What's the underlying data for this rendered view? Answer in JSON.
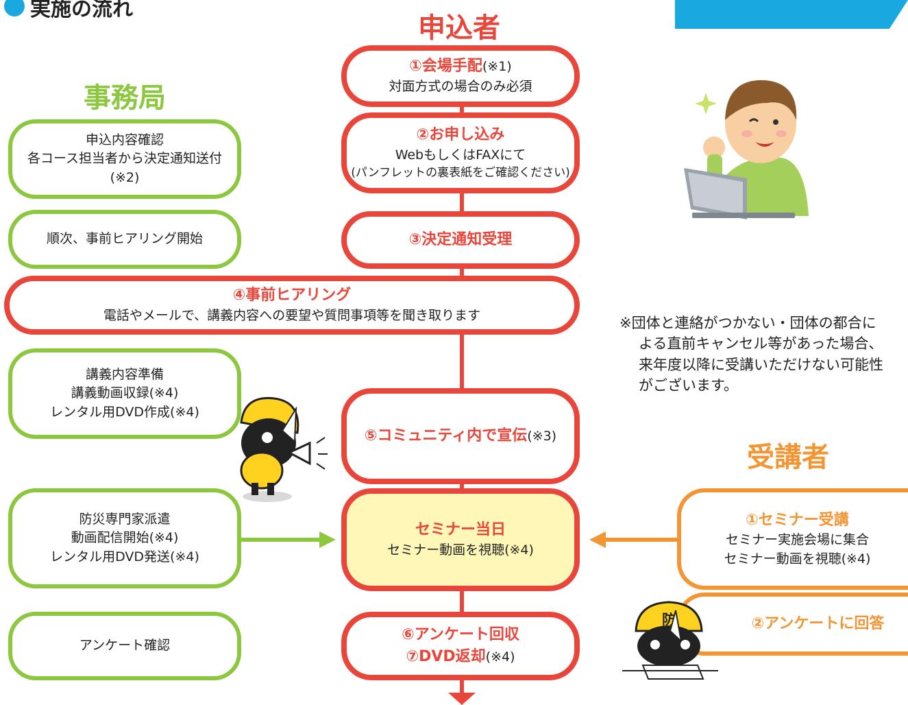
{
  "header": {
    "section_title": "実施の流れ"
  },
  "columns": {
    "applicant": "申込者",
    "secretariat": "事務局",
    "attendee": "受講者"
  },
  "applicant_steps": {
    "s1_title": "①会場手配",
    "s1_note": "(※1)",
    "s1_body": "対面方式の場合のみ必須",
    "s2_title": "②お申し込み",
    "s2_line1": "WebもしくはFAXにて",
    "s2_line2": "(パンフレットの裏表紙をご確認ください)",
    "s3_title": "③決定通知受理",
    "s4_title": "④事前ヒアリング",
    "s4_body": "電話やメールで、講義内容への要望や質問事項等を聞き取ります",
    "s5_title": "⑤コミュニティ内で宣伝",
    "s5_note": "(※3)",
    "day_title": "セミナー当日",
    "day_body": "セミナー動画を視聴(※4)",
    "s6_title": "⑥アンケート回収",
    "s7_title": "⑦DVD返却",
    "s7_note": "(※4)"
  },
  "secretariat_steps": {
    "g1_line1": "申込内容確認",
    "g1_line2": "各コース担当者から決定通知送付",
    "g1_line3": "(※2)",
    "g2": "順次、事前ヒアリング開始",
    "g3_line1": "講義内容準備",
    "g3_line2": "講義動画収録(※4)",
    "g3_line3": "レンタル用DVD作成(※4)",
    "g4_line1": "防災専門家派遣",
    "g4_line2": "動画配信開始(※4)",
    "g4_line3": "レンタル用DVD発送(※4)",
    "g5": "アンケート確認"
  },
  "attendee_steps": {
    "o1_title": "①セミナー受講",
    "o1_line1": "セミナー実施会場に集合",
    "o1_line2": "セミナー動画を視聴(※4)",
    "o2_title": "②アンケートに回答"
  },
  "note": {
    "line1": "※団体と連絡がつかない・団体の都合に",
    "line2": "よる直前キャンセル等があった場合、",
    "line3": "来年度以降に受講いただけない可能性",
    "line4": "がございます。"
  },
  "mascot_helmet_text": "防",
  "colors": {
    "red": "#e8463a",
    "green": "#8dc63f",
    "orange": "#f39533",
    "cyan": "#1aa8e0",
    "highlight": "#fff7b8"
  }
}
